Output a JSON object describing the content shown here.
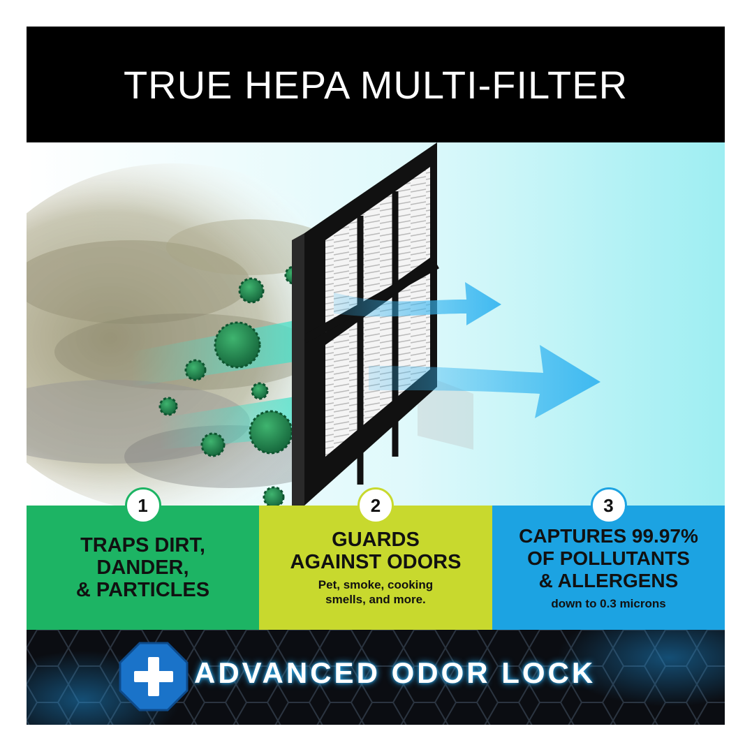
{
  "banner": {
    "title": "TRUE HEPA MULTI-FILTER"
  },
  "steps": [
    {
      "number": "1",
      "heading_lines": [
        "TRAPS DIRT,",
        "DANDER,",
        "& PARTICLES"
      ],
      "subtext": "",
      "color": "#1db464"
    },
    {
      "number": "2",
      "heading_lines": [
        "GUARDS",
        "AGAINST ODORS"
      ],
      "subtext_lines": [
        "Pet, smoke, cooking",
        "smells, and more."
      ],
      "color": "#c8d92e"
    },
    {
      "number": "3",
      "heading_lines": [
        "CAPTURES 99.97%",
        "OF POLLUTANTS",
        "& ALLERGENS"
      ],
      "subtext_lines": [
        "down to 0.3 microns"
      ],
      "color": "#1ca3e2"
    }
  ],
  "footer": {
    "label": "ADVANCED ODOR LOCK",
    "icon": "plus-octagon-icon",
    "accent": "#1a73c9"
  },
  "colors": {
    "banner_bg": "#000000",
    "clean_air": "#a8f0f4",
    "germ": "#1f8a4c",
    "flow_arrow": "#38b6f0"
  }
}
